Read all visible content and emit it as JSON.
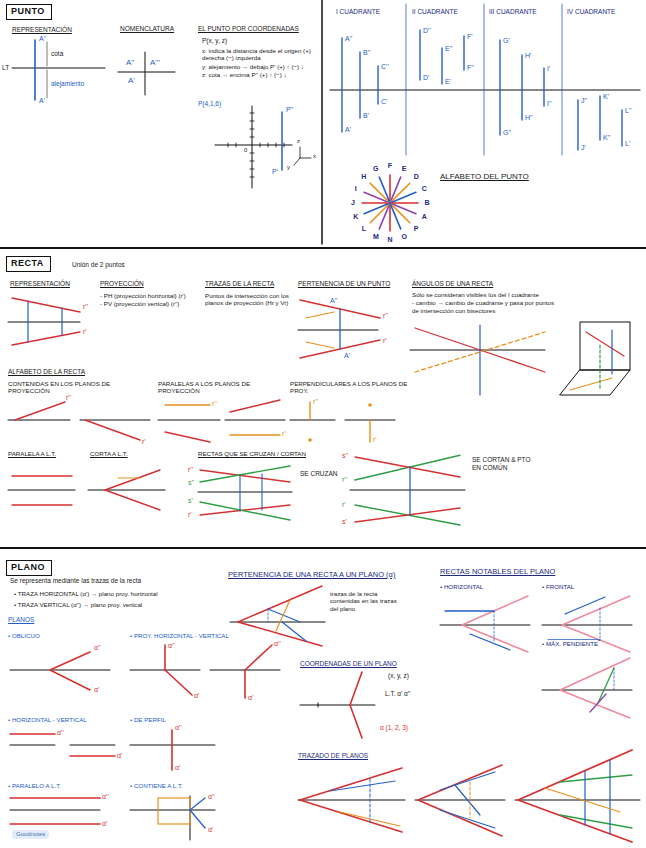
{
  "diagram": {
    "nodes": [
      {
        "text": [
          "PUNTO"
        ]
      },
      {
        "text": [
          "RECTA"
        ]
      },
      {
        "text": [
          "PLANO"
        ]
      }
    ],
    "labels": [
      "REPRESENTACIÓN",
      "A''",
      "cota",
      "LT",
      "alejamiento",
      "A'",
      "NOMENCLATURA",
      "A''",
      "A'''",
      "A'",
      "EL PUNTO POR COORDENADAS",
      "P(x, y, z)",
      "x: indica la distancia desde el origen (+) derecha (−) izquierda",
      "y: alejamiento → debajo P' (+) ↑ (−) ↓",
      "z: cota → encima P'' (+) ↑ (−) ↓",
      "P(4,1,6)",
      "0",
      "P''",
      "P'",
      "z",
      "x",
      "y",
      "I CUADRANTE",
      "II CUADRANTE",
      "III CUADRANTE",
      "IV CUADRANTE",
      "A''",
      "A'",
      "B''",
      "B'",
      "C''",
      "C'",
      "D''",
      "D'",
      "E''",
      "E'",
      "F'",
      "F''",
      "G'",
      "G''",
      "H'",
      "H''",
      "I'",
      "I''",
      "J''",
      "J'",
      "K'",
      "K''",
      "L''",
      "L'",
      "F",
      "E",
      "D",
      "C",
      "B",
      "A",
      "P",
      "O",
      "N",
      "M",
      "L",
      "K",
      "J",
      "I",
      "H",
      "G",
      "ALFABETO DEL PUNTO",
      "Unión de 2 puntos",
      "REPRESENTACIÓN",
      "r''",
      "r'",
      "PROYECCIÓN",
      "- PH (proyección horizontal) (r')",
      "- PV (proyección vertical) (r'')",
      "TRAZAS DE LA RECTA",
      "Puntos de intersección con los planos de proyección (Hr y Vr)",
      "PERTENENCIA DE UN PUNTO",
      "r''",
      "r'",
      "A''",
      "A'",
      "ÁNGULOS DE UNA RECTA",
      "Sólo se consideran visibles los del I cuadrante",
      "- cambio → cambio de cuadrante y pasa por puntos de intersección con bisectores",
      "ALFABETO DE LA RECTA",
      "CONTENIDAS EN LOS PLANOS DE PROYECCIÓN",
      "PARALELAS A LOS PLANOS DE PROYECCIÓN",
      "PERPENDICULARES A LOS PLANOS DE PROY.",
      "r''",
      "r'",
      "r''",
      "r'",
      "r''",
      "r'",
      "PARALELA A L.T.",
      "CORTA A L.T.",
      "RECTAS QUE SE CRUZAN / CORTAN",
      "SE CRUZAN",
      "SE CORTAN & PTO EN COMÚN",
      "r''",
      "s''",
      "r'",
      "s'",
      "r''",
      "s''",
      "r'",
      "s'",
      "Se representa mediante las trazas de la recta",
      "• TRAZA HORIZONTAL (α') → plano proy. horizontal",
      "• TRAZA VERTICAL (α'') → plano proy. vertical",
      "PLANOS",
      "• OBLICUO",
      "α''",
      "α'",
      "• PROY. HORIZONTAL - VERTICAL",
      "α''",
      "α'",
      "α''",
      "α'",
      "• HORIZONTAL - VERTICAL",
      "α''",
      "α'",
      "• DE PERFIL",
      "α''",
      "α'",
      "• PARALELO A L.T.",
      "α''",
      "α'",
      "• CONTIENE A L.T.",
      "α''",
      "α'",
      "PERTENENCIA DE UNA RECTA A UN PLANO (α)",
      "trazas de la recta contenidas en las trazas del plano",
      "RECTAS NOTABLES DEL PLANO",
      "• HORIZONTAL",
      "• FRONTAL",
      "• MÁX. PENDIENTE",
      "COORDENADAS DE UN PLANO",
      "(x, y, z)",
      "L.T. α' α''",
      "α (1, 2, 3)",
      "TRAZADO DE PLANOS",
      "Goodnotes"
    ]
  }
}
